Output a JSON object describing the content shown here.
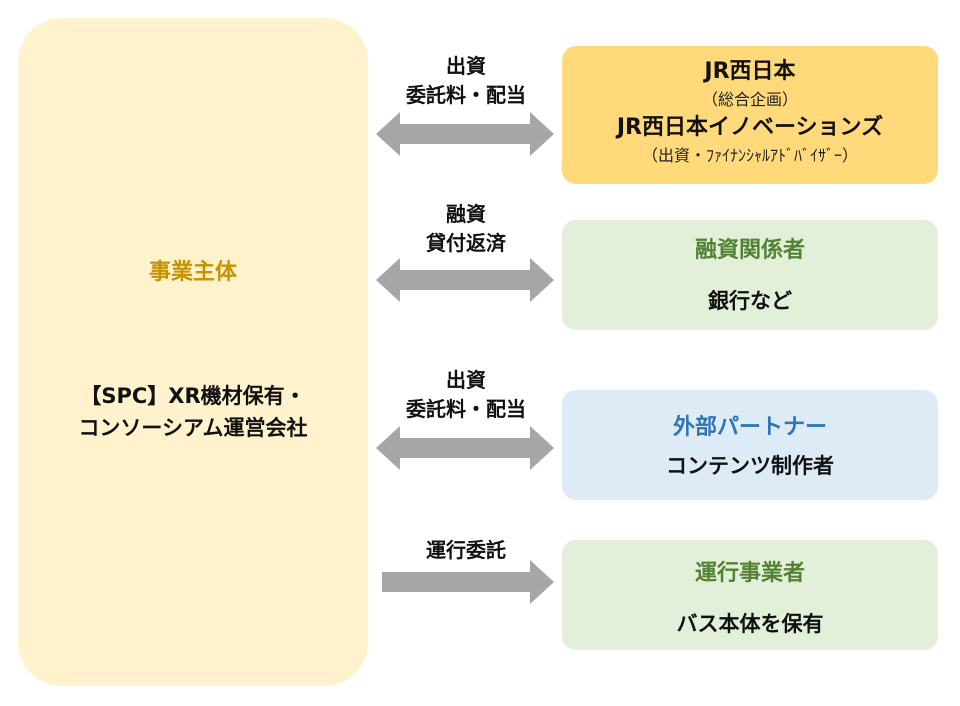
{
  "entity": {
    "title": "事業主体",
    "desc_line1": "【SPC】XR機材保有・",
    "desc_line2": "コンソーシアム運営会社"
  },
  "flows": [
    {
      "line1": "出資",
      "line2": "委託料・配当",
      "direction": "both"
    },
    {
      "line1": "融資",
      "line2": "貸付返済",
      "direction": "both"
    },
    {
      "line1": "出資",
      "line2": "委託料・配当",
      "direction": "both"
    },
    {
      "line1": "運行委託",
      "line2": "",
      "direction": "right"
    }
  ],
  "parties": [
    {
      "line1": "JR西日本",
      "line2": "（総合企画）",
      "line3": "JR西日本イノベーションズ",
      "line4": "（出資・ﾌｧｲﾅﾝｼｬﾙｱﾄﾞﾊﾞｲｻﾞｰ）"
    },
    {
      "title": "融資関係者",
      "sub": "銀行など"
    },
    {
      "title": "外部パートナー",
      "sub": "コンテンツ制作者"
    },
    {
      "title": "運行事業者",
      "sub": "バス本体を保有"
    }
  ],
  "colors": {
    "entity_fill": "#fff2cc",
    "entity_title": "#c59200",
    "jr_fill": "#ffd97a",
    "green_fill": "#e2efd9",
    "blue_fill": "#ddebf7",
    "green_text": "#548235",
    "blue_text": "#2e75b6",
    "arrow": "#a6a6a6"
  }
}
